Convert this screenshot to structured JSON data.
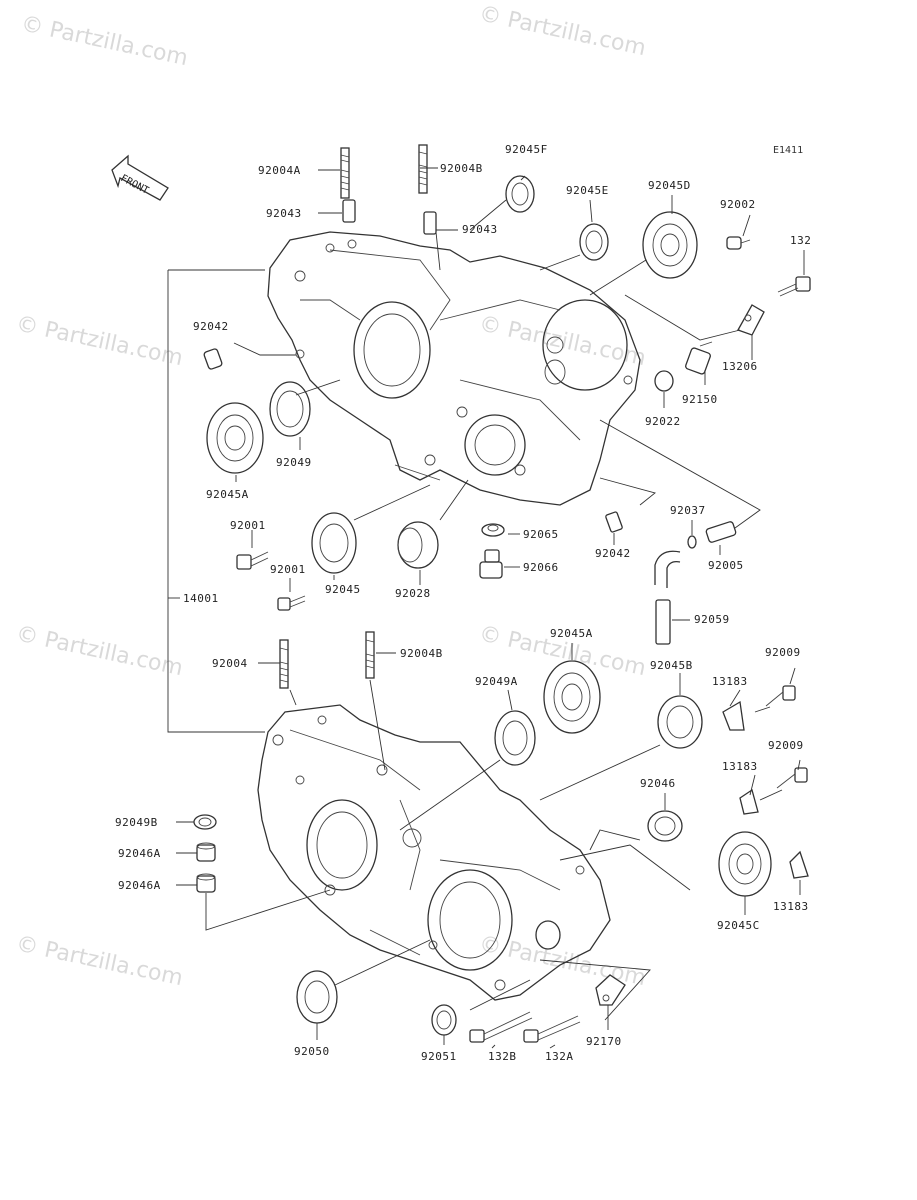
{
  "diagram_code": "E1411",
  "front_arrow_label": "FRONT",
  "watermark_text": "© Partzilla.com",
  "callouts": [
    {
      "id": "92004A-top",
      "text": "92004A"
    },
    {
      "id": "92004B-top",
      "text": "92004B"
    },
    {
      "id": "92045F",
      "text": "92045F"
    },
    {
      "id": "92045E",
      "text": "92045E"
    },
    {
      "id": "92045D",
      "text": "92045D"
    },
    {
      "id": "92002",
      "text": "92002"
    },
    {
      "id": "132",
      "text": "132"
    },
    {
      "id": "92043-left",
      "text": "92043"
    },
    {
      "id": "92043-right",
      "text": "92043"
    },
    {
      "id": "92042-top",
      "text": "92042"
    },
    {
      "id": "13206",
      "text": "13206"
    },
    {
      "id": "92150",
      "text": "92150"
    },
    {
      "id": "92022",
      "text": "92022"
    },
    {
      "id": "92049",
      "text": "92049"
    },
    {
      "id": "92045A-top",
      "text": "92045A"
    },
    {
      "id": "92001-a",
      "text": "92001"
    },
    {
      "id": "92001-b",
      "text": "92001"
    },
    {
      "id": "92045",
      "text": "92045"
    },
    {
      "id": "92028",
      "text": "92028"
    },
    {
      "id": "92065",
      "text": "92065"
    },
    {
      "id": "92066",
      "text": "92066"
    },
    {
      "id": "92042-mid",
      "text": "92042"
    },
    {
      "id": "92037",
      "text": "92037"
    },
    {
      "id": "92005",
      "text": "92005"
    },
    {
      "id": "92059",
      "text": "92059"
    },
    {
      "id": "14001",
      "text": "14001"
    },
    {
      "id": "92004",
      "text": "92004"
    },
    {
      "id": "92004B-low",
      "text": "92004B"
    },
    {
      "id": "92045A-low",
      "text": "92045A"
    },
    {
      "id": "92049A",
      "text": "92049A"
    },
    {
      "id": "92045B",
      "text": "92045B"
    },
    {
      "id": "13183-a",
      "text": "13183"
    },
    {
      "id": "92009-a",
      "text": "92009"
    },
    {
      "id": "13183-b",
      "text": "13183"
    },
    {
      "id": "92009-b",
      "text": "92009"
    },
    {
      "id": "92046",
      "text": "92046"
    },
    {
      "id": "92049B",
      "text": "92049B"
    },
    {
      "id": "92046A-a",
      "text": "92046A"
    },
    {
      "id": "92046A-b",
      "text": "92046A"
    },
    {
      "id": "13183-c",
      "text": "13183"
    },
    {
      "id": "92045C",
      "text": "92045C"
    },
    {
      "id": "92050",
      "text": "92050"
    },
    {
      "id": "92051",
      "text": "92051"
    },
    {
      "id": "132B",
      "text": "132B"
    },
    {
      "id": "132A",
      "text": "132A"
    },
    {
      "id": "92170",
      "text": "92170"
    }
  ]
}
